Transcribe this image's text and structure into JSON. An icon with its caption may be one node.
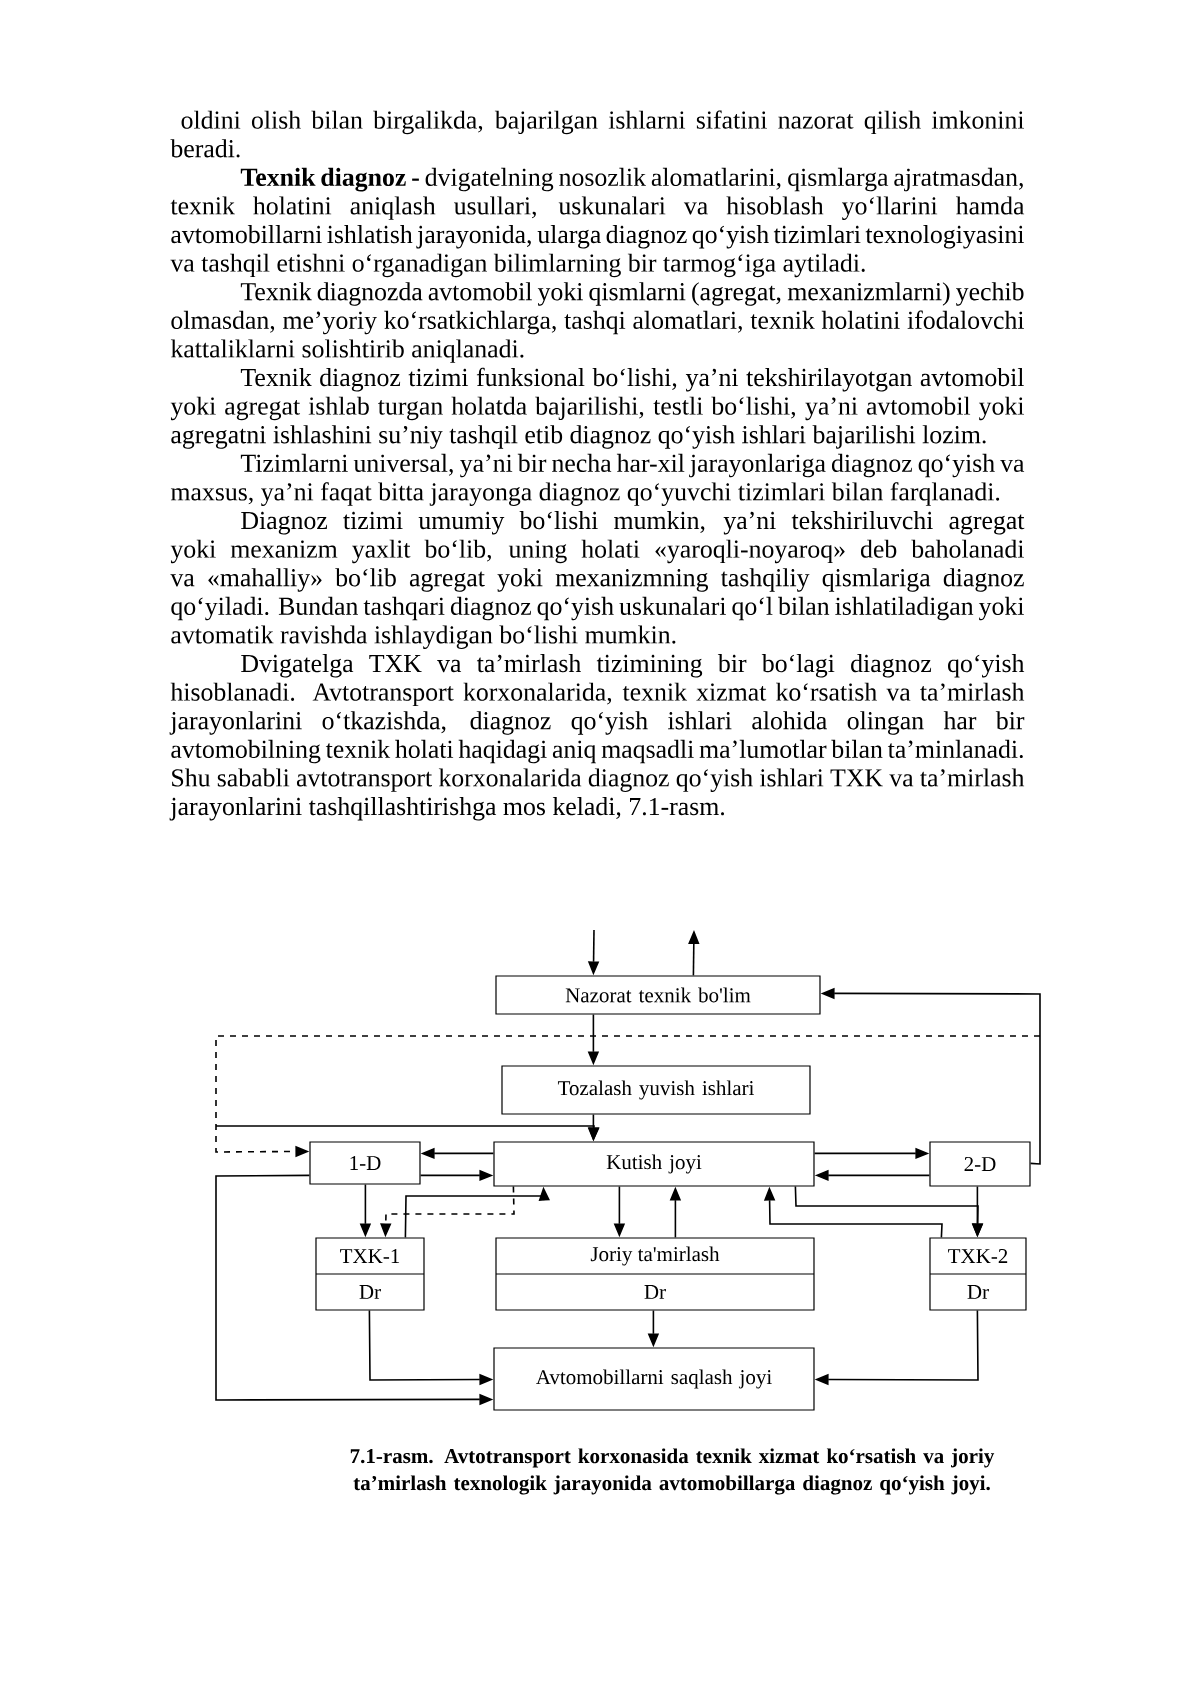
{
  "diagram": {
    "caption": "7.1-rasm. Avtotransport korxonasida texnik xizmat ko‘rsatish va joriy ta’mirlash texnologik jarayonida avtomobillarga diagnoz qo‘yish joyi.",
    "nodes": [
      {
        "text": [
          "Nazorat texnik bo'lim"
        ]
      },
      {
        "text": [
          "Tozalash yuvish ishlari"
        ]
      },
      {
        "text": [
          "1-D"
        ]
      },
      {
        "text": [
          "Kutish joyi"
        ]
      },
      {
        "text": [
          "2-D"
        ]
      },
      {
        "text": [
          "TXK-1",
          "Dr"
        ]
      },
      {
        "text": [
          "Joriy ta'mirlash",
          "Dr"
        ]
      },
      {
        "text": [
          "TXK-2",
          "Dr"
        ]
      },
      {
        "text": [
          "Avtomobillarni saqlash joyi"
        ]
      }
    ],
    "edges": [
      {
        "from": null,
        "to": 0,
        "arrow": "to"
      },
      {
        "from": 0,
        "to": null,
        "arrow": "to"
      },
      {
        "from": 0,
        "to": 1,
        "arrow": "to"
      },
      {
        "from": 1,
        "to": 3,
        "arrow": "to"
      },
      {
        "from": 4,
        "to": 0,
        "arrow": "to"
      },
      {
        "from": null,
        "to": 2,
        "arrow": "to",
        "style": "dashed"
      },
      {
        "from": 2,
        "to": 8,
        "arrow": "to"
      },
      {
        "from": null,
        "to": 3,
        "arrow": "to"
      },
      {
        "from": 3,
        "to": 2,
        "arrow": "to"
      },
      {
        "from": 2,
        "to": 3,
        "arrow": "to"
      },
      {
        "from": 3,
        "to": 4,
        "arrow": "to"
      },
      {
        "from": 4,
        "to": 3,
        "arrow": "to"
      },
      {
        "from": 2,
        "to": 5,
        "arrow": "to"
      },
      {
        "from": 5,
        "to": 3,
        "arrow": "to"
      },
      {
        "from": 3,
        "to": 5,
        "arrow": "to",
        "style": "dashed"
      },
      {
        "from": 3,
        "to": 6,
        "arrow": "to"
      },
      {
        "from": 6,
        "to": 3,
        "arrow": "to"
      },
      {
        "from": 7,
        "to": 3,
        "arrow": "to"
      },
      {
        "from": 3,
        "to": 7,
        "arrow": "to"
      },
      {
        "from": 4,
        "to": 7,
        "arrow": "to"
      },
      {
        "from": 5,
        "to": 8,
        "arrow": "to"
      },
      {
        "from": 6,
        "to": 8,
        "arrow": "to"
      },
      {
        "from": 7,
        "to": 8,
        "arrow": "to"
      }
    ],
    "labels": [
      "oldini olish bilan birgalikda, bajarilgan ishlarni sifatini nazorat qilish imkonini beradi.",
      "**Texnik diagnoz -** dvigatelning nosozlik alomatlarini, qismlarga ajratmasdan, texnik holatini aniqlash usullari, uskunalari va hisoblash yo‘llarini hamda avtomobillarni ishlatish jarayonida, ularga diagnoz qo‘yish tizimlari texnologiyasini va tashqil etishni o‘rganadigan bilimlarning bir tarmog‘iga aytiladi.",
      "Texnik diagnozda avtomobil yoki qismlarni (agregat, mexanizmlarni) yechib olmasdan, me’yoriy ko‘rsatkichlarga, tashqi alomatlari, texnik holatini ifodalovchi kattaliklarni solishtirib aniqlanadi.",
      "Texnik diagnoz tizimi funksional bo‘lishi, ya’ni tekshirilayotgan avtomobil yoki agregat ishlab turgan holatda bajarilishi, testli bo‘lishi, ya’ni avtomobil yoki agregatni ishlashini su’niy tashqil etib diagnoz qo‘yish ishlari bajarilishi lozim.",
      "Tizimlarni universal, ya’ni bir necha har-xil jarayonlariga diagnoz qo‘yish va maxsus, ya’ni faqat bitta jarayonga diagnoz qo‘yuvchi tizimlari bilan farqlanadi.",
      "Diagnoz tizimi umumiy bo‘lishi mumkin, ya’ni tekshiriluvchi agregat yoki mexanizm yaxlit bo‘lib, uning holati «yaroqli-noyaroq» deb baholanadi va «mahalliy» bo‘lib agregat yoki mexanizmning tashqiliy qismlariga diagnoz qo‘yiladi. Bundan tashqari diagnoz qo‘yish uskunalari qo‘l bilan ishlatiladigan yoki avtomatik ravishda ishlaydigan bo‘lishi mumkin.",
      "Dvigatelga TXK va ta’mirlash tizimining bir bo‘lagi diagnoz qo‘yish hisoblanadi. Avtotransport korxonalarida, texnik xizmat ko‘rsatish va ta’mirlash jarayonlarini o‘tkazishda, diagnoz qo‘yish ishlari alohida olingan har bir avtomobilning texnik holati haqidagi aniq maqsadli ma’lumotlar bilan ta’minlanadi. Shu sababli avtotransport korxonalarida diagnoz qo‘yish ishlari TXK va ta’mirlash jarayonlarini tashqillashtirishga mos keladi, 7.1-rasm."
    ]
  }
}
